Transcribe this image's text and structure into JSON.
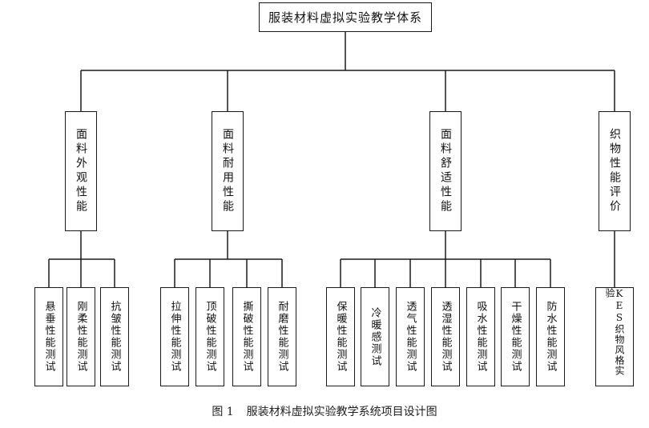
{
  "title": "服装材料虚拟实验教学体系",
  "categories": [
    {
      "label": "面料外观性能",
      "children": [
        "悬垂性能测试",
        "刚柔性能测试",
        "抗皱性能测试"
      ]
    },
    {
      "label": "面料耐用性能",
      "children": [
        "拉伸性能测试",
        "顶破性能测试",
        "撕破性能测试",
        "耐磨性能测试"
      ]
    },
    {
      "label": "面料舒适性能",
      "children": [
        "保暖性能测试",
        "冷暖感测试",
        "透气性能测试",
        "透湿性能测试",
        "吸水性能测试",
        "干燥性能测试",
        "防水性能测试"
      ]
    },
    {
      "label": "织物性能评价",
      "children": [
        "KES织物风格实验"
      ]
    }
  ],
  "caption": {
    "number": "图 1",
    "text": "服装材料虚拟实验教学系统项目设计图"
  }
}
